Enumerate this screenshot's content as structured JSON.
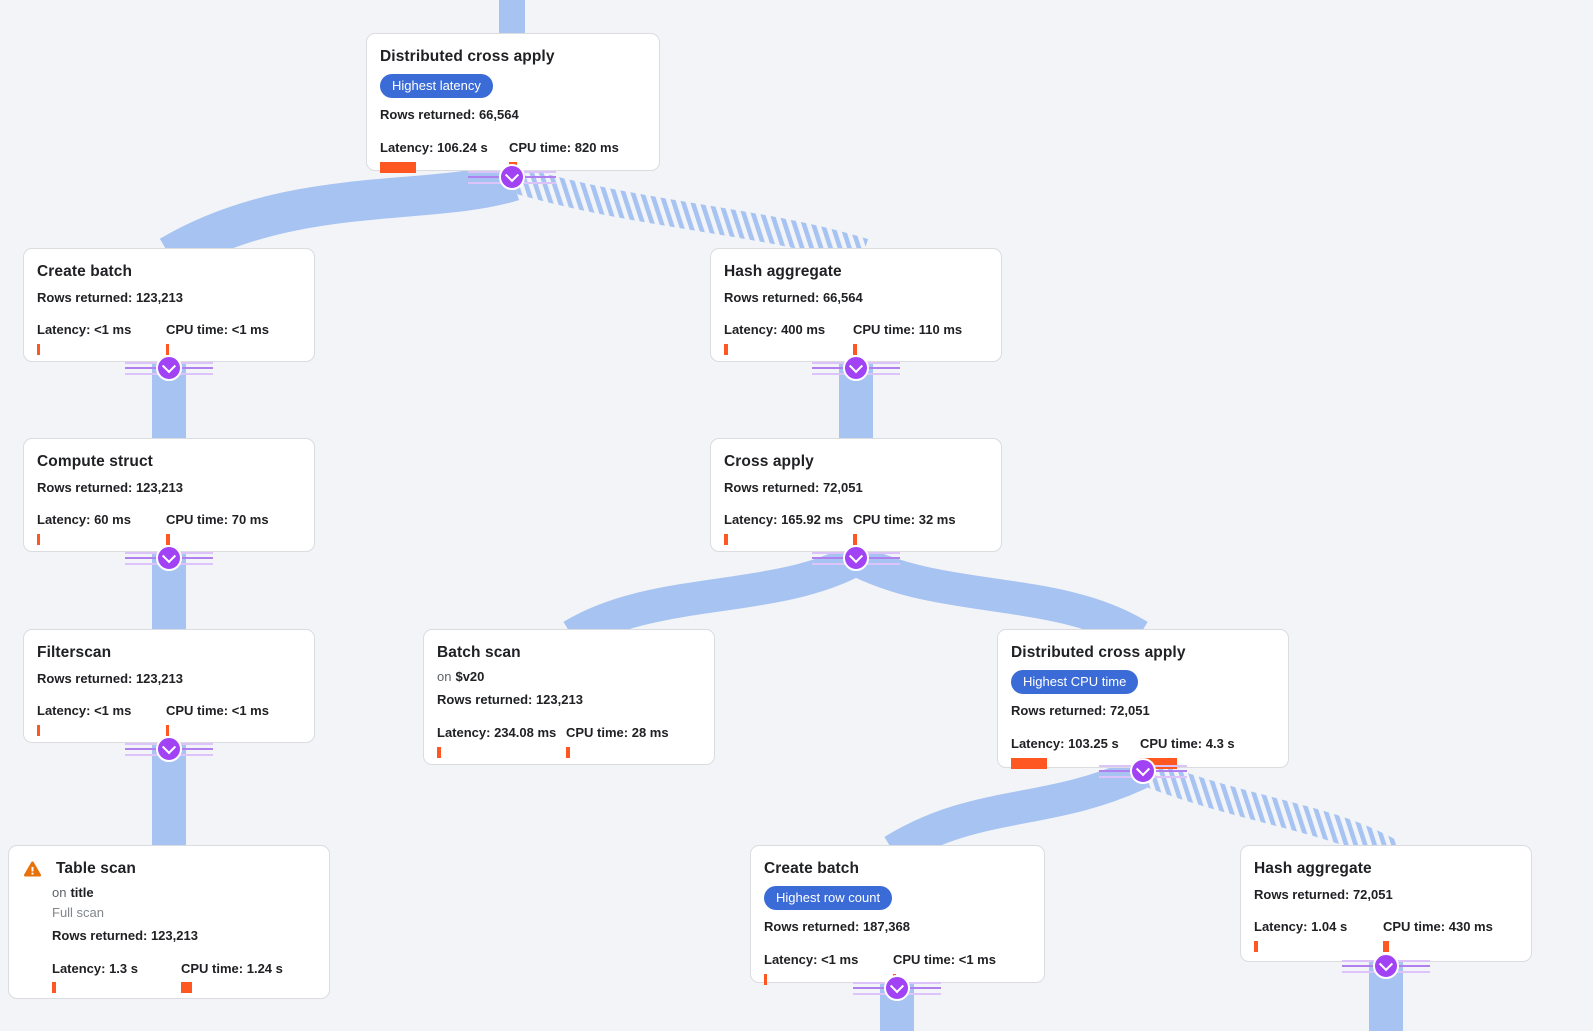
{
  "app": {
    "name": "query-execution-plan-visualizer",
    "colors": {
      "background": "#f2f4f8",
      "edge_blue": "#a6c3f2",
      "badge_blue": "#3a6bd6",
      "metric_bar_orange": "#ff5722",
      "warning_orange": "#e8710a",
      "connector_purple": "#a142f4",
      "node_border": "#dadce0",
      "text": "#202124",
      "muted_text": "#5f6368"
    },
    "icons": {
      "warning": "warning-triangle-exclamation",
      "connector": "chevron-down"
    }
  },
  "nodes": [
    {
      "id": "distributed-cross-apply-top",
      "title": "Distributed cross apply",
      "badge": "Highest latency",
      "rows": "Rows returned: 66,564",
      "latency": "Latency: 106.24 s",
      "latency_bar": 36,
      "cpu": "CPU time: 820 ms",
      "cpu_bar": 8
    },
    {
      "id": "create-batch-1",
      "title": "Create batch",
      "rows": "Rows returned: 123,213",
      "latency": "Latency: <1 ms",
      "latency_bar": 3,
      "cpu": "CPU time: <1 ms",
      "cpu_bar": 3
    },
    {
      "id": "hash-aggregate-1",
      "title": "Hash aggregate",
      "rows": "Rows returned: 66,564",
      "latency": "Latency: 400 ms",
      "latency_bar": 4,
      "cpu": "CPU time: 110 ms",
      "cpu_bar": 4
    },
    {
      "id": "compute-struct",
      "title": "Compute struct",
      "rows": "Rows returned: 123,213",
      "latency": "Latency: 60 ms",
      "latency_bar": 3,
      "cpu": "CPU time: 70 ms",
      "cpu_bar": 4
    },
    {
      "id": "cross-apply",
      "title": "Cross apply",
      "rows": "Rows returned: 72,051",
      "latency": "Latency: 165.92 ms",
      "latency_bar": 4,
      "cpu": "CPU time: 32 ms",
      "cpu_bar": 4
    },
    {
      "id": "filterscan",
      "title": "Filterscan",
      "rows": "Rows returned: 123,213",
      "latency": "Latency: <1 ms",
      "latency_bar": 3,
      "cpu": "CPU time: <1 ms",
      "cpu_bar": 3
    },
    {
      "id": "batch-scan",
      "title": "Batch scan",
      "sub_prefix": "on",
      "sub_name": "$v20",
      "rows": "Rows returned: 123,213",
      "latency": "Latency: 234.08 ms",
      "latency_bar": 4,
      "cpu": "CPU time: 28 ms",
      "cpu_bar": 4
    },
    {
      "id": "distributed-cross-apply-right",
      "title": "Distributed cross apply",
      "badge": "Highest CPU time",
      "rows": "Rows returned: 72,051",
      "latency": "Latency: 103.25 s",
      "latency_bar": 36,
      "cpu": "CPU time: 4.3 s",
      "cpu_bar": 37
    },
    {
      "id": "table-scan",
      "title": "Table scan",
      "has_warning": true,
      "sub_prefix": "on",
      "sub_name": "title",
      "note": "Full scan",
      "rows": "Rows returned: 123,213",
      "latency": "Latency: 1.3 s",
      "latency_bar": 4,
      "cpu": "CPU time: 1.24 s",
      "cpu_bar": 11
    },
    {
      "id": "create-batch-2",
      "title": "Create batch",
      "badge": "Highest row count",
      "rows": "Rows returned: 187,368",
      "latency": "Latency: <1 ms",
      "latency_bar": 3,
      "cpu": "CPU time: <1 ms",
      "cpu_bar": 3
    },
    {
      "id": "hash-aggregate-2",
      "title": "Hash aggregate",
      "rows": "Rows returned: 72,051",
      "latency": "Latency: 1.04 s",
      "latency_bar": 4,
      "cpu": "CPU time: 430 ms",
      "cpu_bar": 6
    }
  ]
}
